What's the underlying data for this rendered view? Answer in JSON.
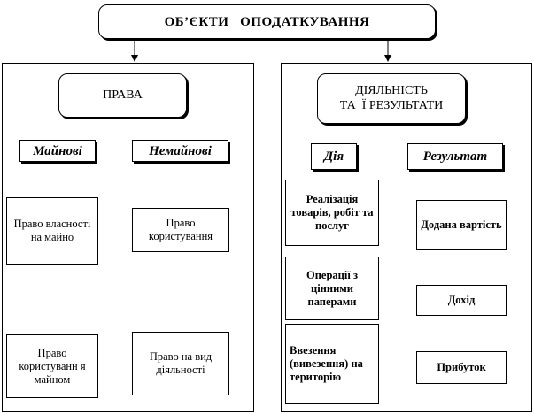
{
  "title": "ОБ’ЄКТИ   ОПОДАТКУВАННЯ",
  "left": {
    "header": "ПРАВА",
    "categories": [
      {
        "label": "Майнові",
        "items": [
          "Право власності на майно",
          "Право користуванн я майном"
        ]
      },
      {
        "label": "Немайнові",
        "items": [
          "Право користування",
          "Право на вид діяльності"
        ]
      }
    ]
  },
  "right": {
    "header_line1": "ДІЯЛЬНІСТЬ",
    "header_line2": "ТА  Ї РЕЗУЛЬТАТИ",
    "categories": [
      {
        "label": "Дія",
        "items": [
          "Реалізація товарів, робіт та послуг",
          "Операції з цінними паперами",
          "Ввезення (вивезення) на територію"
        ]
      },
      {
        "label": "Результат",
        "items": [
          "Додана вартість",
          "Дохід",
          "Прибуток"
        ]
      }
    ]
  }
}
